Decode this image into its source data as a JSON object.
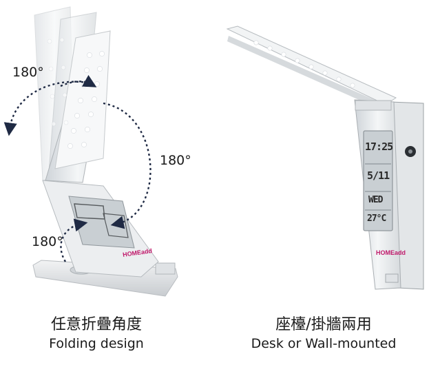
{
  "left_panel": {
    "angle_labels": [
      "180°",
      "180°",
      "180°"
    ],
    "caption_zh": "任意折疊角度",
    "caption_en": "Folding design",
    "brand": "HOMEadd"
  },
  "right_panel": {
    "caption_zh": "座檯/掛牆兩用",
    "caption_en": "Desk or Wall-mounted",
    "brand": "HOMEadd",
    "lcd": {
      "time": "17:25",
      "date": "5/11",
      "day": "WED",
      "temp": "27°C"
    }
  },
  "colors": {
    "arrow": "#1f2a44",
    "lamp_body": "#e9ecef",
    "led": "#ffffff",
    "lcd_bg": "#c9cfd3",
    "brand": "#c0186a"
  }
}
